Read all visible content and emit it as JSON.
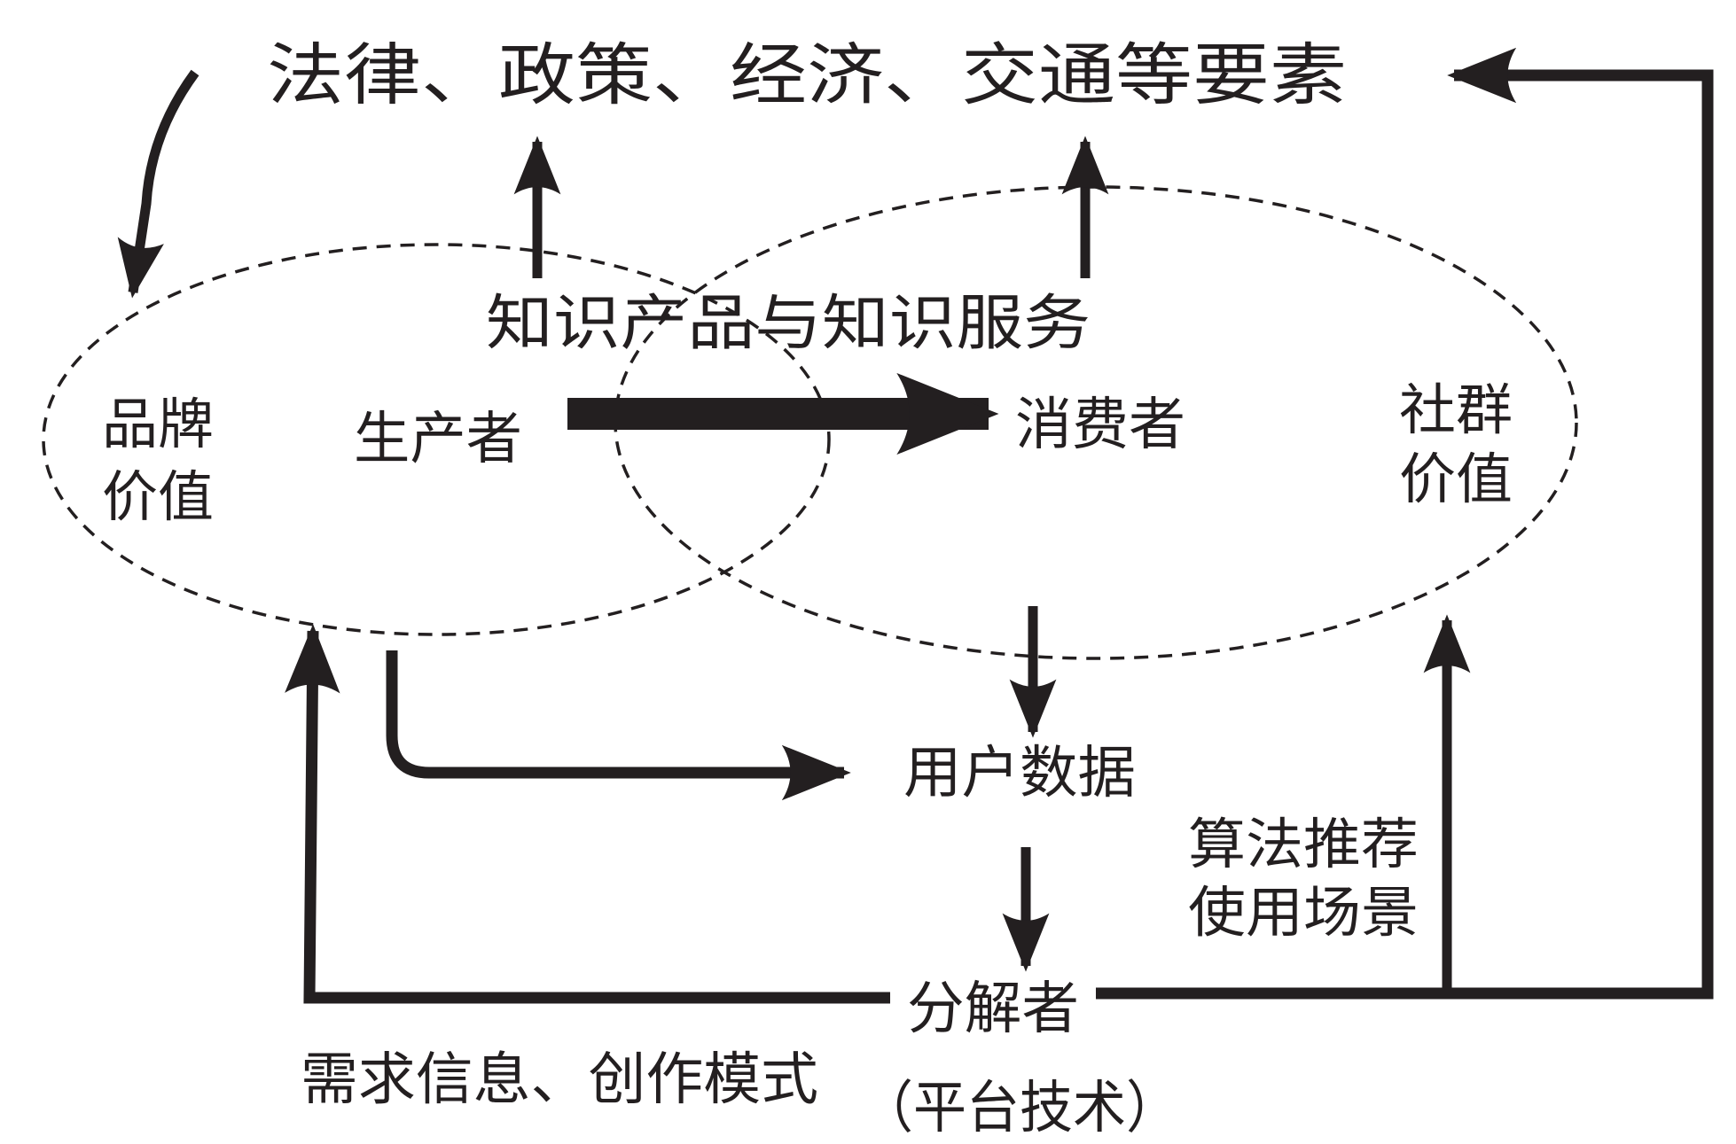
{
  "title": "法律、政策、经济、交通等要素",
  "nodes": {
    "knowledge_products": "知识产品与知识服务",
    "brand_value": [
      "品牌",
      "价值"
    ],
    "producer": "生产者",
    "consumer": "消费者",
    "community_value": [
      "社群",
      "价值"
    ],
    "user_data": "用户数据",
    "decomposer": "分解者",
    "decomposer_note": "（平台技术）"
  },
  "edge_labels": {
    "algorithm": [
      "算法推荐",
      "使用场景"
    ],
    "feedback": "需求信息、创作模式"
  },
  "colors": {
    "ink": "#231f20",
    "background": "#ffffff"
  }
}
